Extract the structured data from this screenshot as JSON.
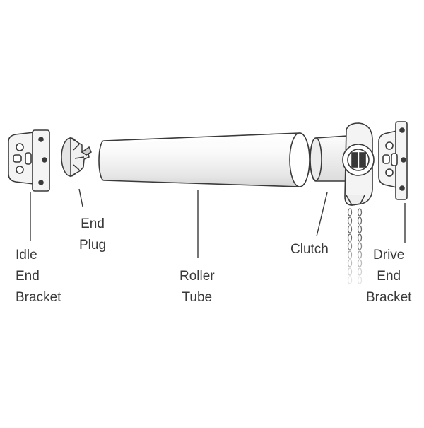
{
  "colors": {
    "line": "#3a3a3a",
    "part_fill": "#f4f4f4",
    "shadow": "#d9d9d9",
    "text": "#3a3a3a"
  },
  "labels": {
    "idle_end_bracket": [
      "Idle",
      "End",
      "Bracket"
    ],
    "end_plug": [
      "End",
      "Plug"
    ],
    "roller_tube": [
      "Roller",
      "Tube"
    ],
    "clutch": [
      "Clutch"
    ],
    "drive_end_bracket": [
      "Drive",
      "End",
      "Bracket"
    ]
  }
}
